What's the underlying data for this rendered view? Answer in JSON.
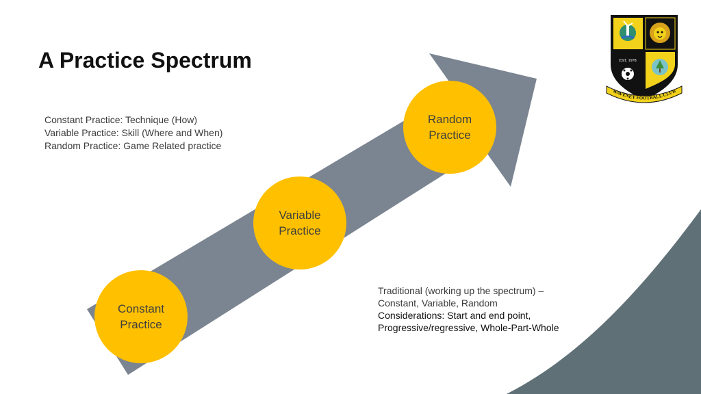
{
  "slide": {
    "title": "A Practice Spectrum",
    "description_lines": [
      "Constant Practice: Technique (How)",
      "Variable Practice: Skill (Where and When)",
      "Random Practice: Game Related practice"
    ],
    "notes_lines": [
      "Traditional (working up the spectrum) –",
      "Constant, Variable, Random",
      "Considerations: Start and end point,",
      "Progressive/regressive, Whole-Part-Whole"
    ]
  },
  "diagram": {
    "stages": [
      {
        "line1": "Constant",
        "line2": "Practice"
      },
      {
        "line1": "Variable",
        "line2": "Practice"
      },
      {
        "line1": "Random",
        "line2": "Practice"
      }
    ]
  },
  "crest": {
    "established": "EST. 1978",
    "club_name": "WAVENEY FOOTBALL CLUB"
  },
  "colors": {
    "arrow": "#7b8591",
    "circle": "#ffc000",
    "corner_shape": "#5f7077",
    "crest_yellow": "#f2d21b",
    "crest_black": "#111111"
  }
}
